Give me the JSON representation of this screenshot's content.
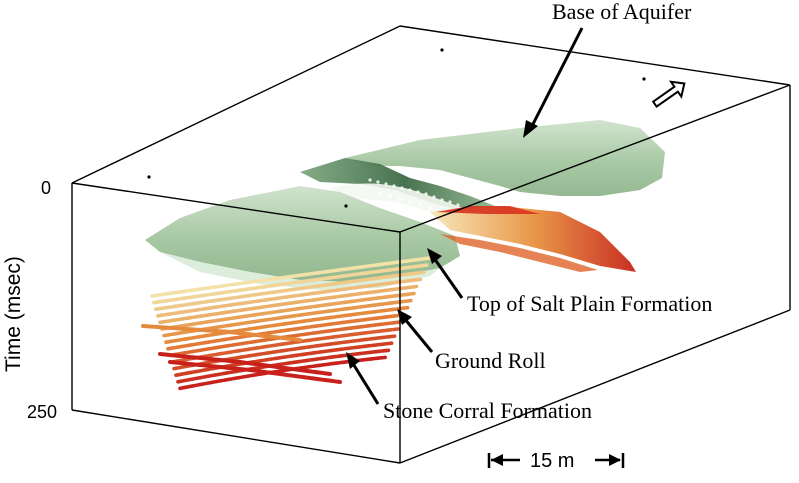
{
  "labels": {
    "base_of_aquifer": "Base of Aquifer",
    "top_of_salt_plain": "Top of Salt Plain Formation",
    "ground_roll": "Ground Roll",
    "stone_corral": "Stone Corral Formation"
  },
  "axis": {
    "title": "Time (msec)",
    "tick_top": "0",
    "tick_bottom": "250"
  },
  "scale_bar": {
    "label": "15  m"
  },
  "colors": {
    "aquifer_surface": "#9fc29a",
    "aquifer_highlight": "#e3efe0",
    "aquifer_shadow": "#4f7a55",
    "reflector_light": "#f3e2a8",
    "reflector_orange": "#e58a3c",
    "reflector_red": "#c8201b"
  },
  "icons": {
    "north_arrow": "north-arrow-icon"
  }
}
